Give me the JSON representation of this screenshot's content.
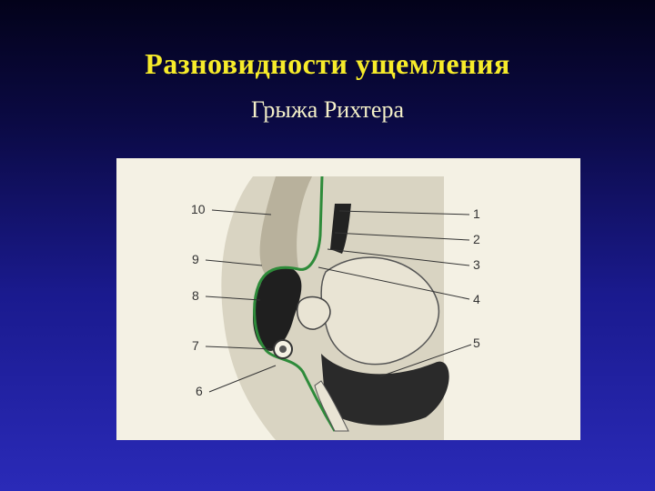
{
  "slide": {
    "title": "Разновидности ущемления",
    "subtitle": "Грыжа Рихтера"
  },
  "figure": {
    "labels_left": [
      "10",
      "9",
      "8",
      "7",
      "6"
    ],
    "labels_right": [
      "1",
      "2",
      "3",
      "4",
      "5"
    ]
  },
  "colors": {
    "title": "#f7ec2a",
    "subtitle": "#f4f0c8",
    "figure_background": "#f4f1e4",
    "peritoneum": "#2e8b3a",
    "dark_tissue": "#222222"
  }
}
